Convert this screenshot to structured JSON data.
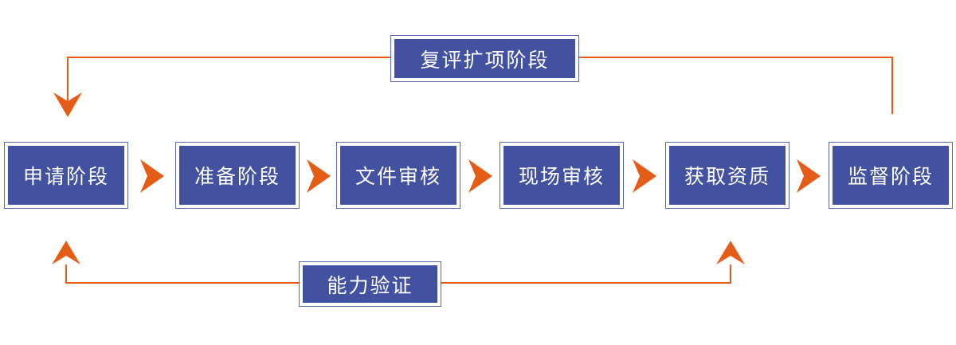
{
  "diagram": {
    "title": "certification-process-flow",
    "stages": [
      {
        "label": "申请阶段"
      },
      {
        "label": "准备阶段"
      },
      {
        "label": "文件审核"
      },
      {
        "label": "现场审核"
      },
      {
        "label": "获取资质"
      },
      {
        "label": "监督阶段"
      }
    ],
    "feedback_loops": {
      "top": {
        "label": "复评扩项阶段",
        "from": "监督阶段",
        "to": "申请阶段"
      },
      "bottom": {
        "label": "能力验证",
        "targets": [
          "申请阶段",
          "获取资质"
        ]
      }
    }
  },
  "colors": {
    "box_fill": "#4252a0",
    "box_border": "#5a68ad",
    "arrow": "#e55c17",
    "label_text": "#ffffff",
    "background": "#ffffff"
  }
}
